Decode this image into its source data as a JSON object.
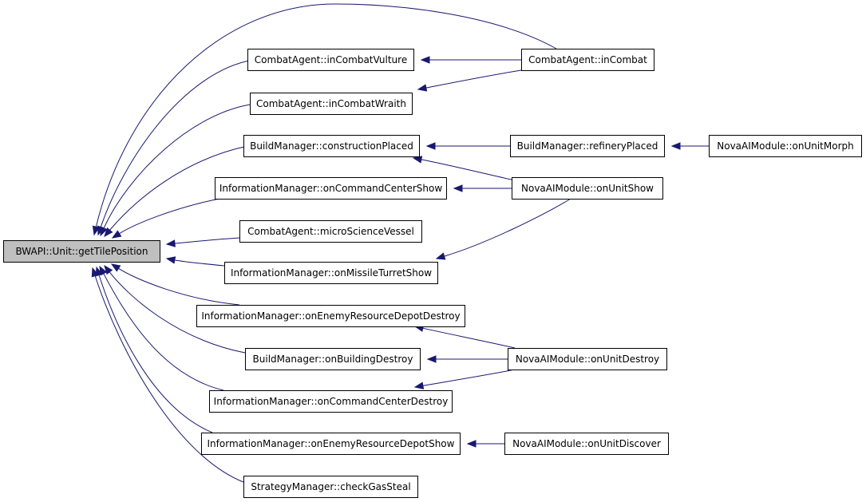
{
  "nodes": [
    {
      "id": "root",
      "label": "BWAPI::Unit::getTilePosition",
      "root": true
    },
    {
      "id": "ca_vulture",
      "label": "CombatAgent::inCombatVulture"
    },
    {
      "id": "ca_wraith",
      "label": "CombatAgent::inCombatWraith"
    },
    {
      "id": "ca_incombat",
      "label": "CombatAgent::inCombat"
    },
    {
      "id": "bm_construction",
      "label": "BuildManager::constructionPlaced"
    },
    {
      "id": "bm_refinery",
      "label": "BuildManager::refineryPlaced"
    },
    {
      "id": "nova_morph",
      "label": "NovaAIModule::onUnitMorph"
    },
    {
      "id": "im_ccshow",
      "label": "InformationManager::onCommandCenterShow"
    },
    {
      "id": "nova_show",
      "label": "NovaAIModule::onUnitShow"
    },
    {
      "id": "ca_microsv",
      "label": "CombatAgent::microScienceVessel"
    },
    {
      "id": "im_missile",
      "label": "InformationManager::onMissileTurretShow"
    },
    {
      "id": "im_erd_destroy",
      "label": "InformationManager::onEnemyResourceDepotDestroy"
    },
    {
      "id": "bm_bdestroy",
      "label": "BuildManager::onBuildingDestroy"
    },
    {
      "id": "nova_destroy",
      "label": "NovaAIModule::onUnitDestroy"
    },
    {
      "id": "im_ccdestroy",
      "label": "InformationManager::onCommandCenterDestroy"
    },
    {
      "id": "im_erd_show",
      "label": "InformationManager::onEnemyResourceDepotShow"
    },
    {
      "id": "nova_discover",
      "label": "NovaAIModule::onUnitDiscover"
    },
    {
      "id": "sm_gassteal",
      "label": "StrategyManager::checkGasSteal"
    }
  ],
  "edges": [
    {
      "from": "ca_incombat",
      "to": "root"
    },
    {
      "from": "ca_vulture",
      "to": "root"
    },
    {
      "from": "ca_wraith",
      "to": "root"
    },
    {
      "from": "bm_construction",
      "to": "root"
    },
    {
      "from": "im_ccshow",
      "to": "root"
    },
    {
      "from": "ca_microsv",
      "to": "root"
    },
    {
      "from": "im_missile",
      "to": "root"
    },
    {
      "from": "im_erd_destroy",
      "to": "root"
    },
    {
      "from": "bm_bdestroy",
      "to": "root"
    },
    {
      "from": "im_ccdestroy",
      "to": "root"
    },
    {
      "from": "im_erd_show",
      "to": "root"
    },
    {
      "from": "sm_gassteal",
      "to": "root"
    },
    {
      "from": "ca_incombat",
      "to": "ca_vulture"
    },
    {
      "from": "ca_incombat",
      "to": "ca_wraith"
    },
    {
      "from": "bm_refinery",
      "to": "bm_construction"
    },
    {
      "from": "nova_show",
      "to": "bm_construction"
    },
    {
      "from": "nova_morph",
      "to": "bm_refinery"
    },
    {
      "from": "nova_show",
      "to": "im_ccshow"
    },
    {
      "from": "nova_show",
      "to": "im_missile"
    },
    {
      "from": "nova_destroy",
      "to": "im_erd_destroy"
    },
    {
      "from": "nova_destroy",
      "to": "bm_bdestroy"
    },
    {
      "from": "nova_destroy",
      "to": "im_ccdestroy"
    },
    {
      "from": "nova_discover",
      "to": "im_erd_show"
    }
  ],
  "colors": {
    "edge": "#191970",
    "root_fill": "#bfbfbf",
    "node_fill": "#ffffff",
    "node_stroke": "#000000"
  }
}
